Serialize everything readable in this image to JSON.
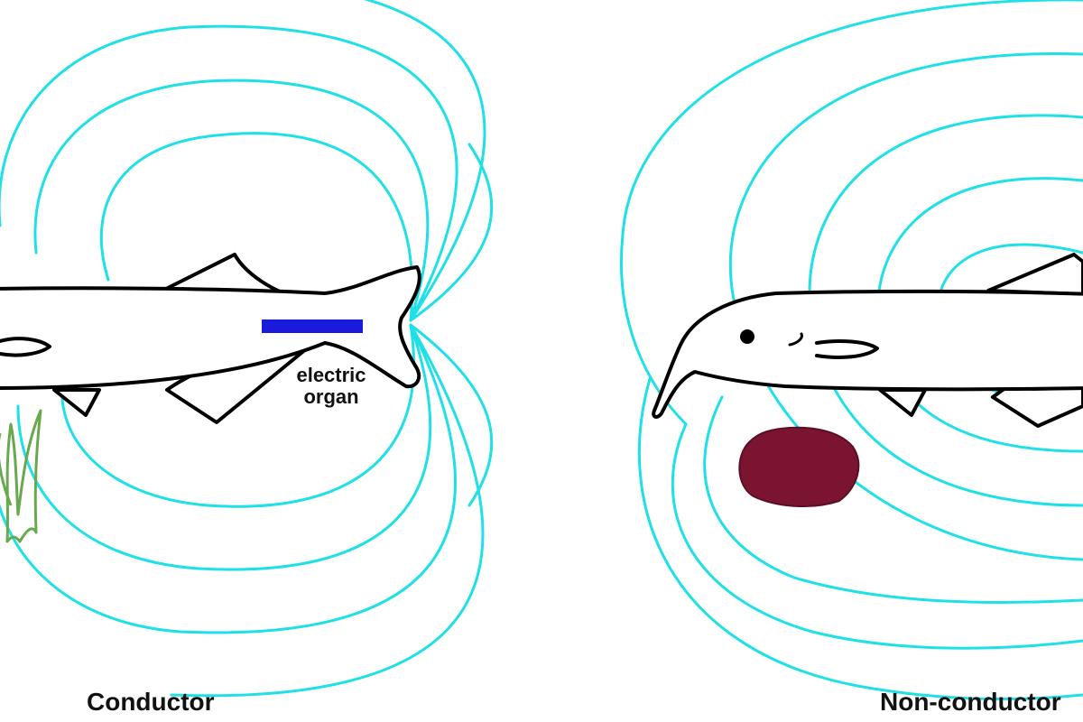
{
  "panels": {
    "left": {
      "title": "Conductor",
      "organ_label_line1": "electric",
      "organ_label_line2": "organ"
    },
    "right": {
      "title": "Non-conductor"
    }
  },
  "colors": {
    "field_line": "#1ee0e6",
    "electric_organ": "#1a1adb",
    "plant": "#6aa84f",
    "rock": "#7a1430"
  }
}
